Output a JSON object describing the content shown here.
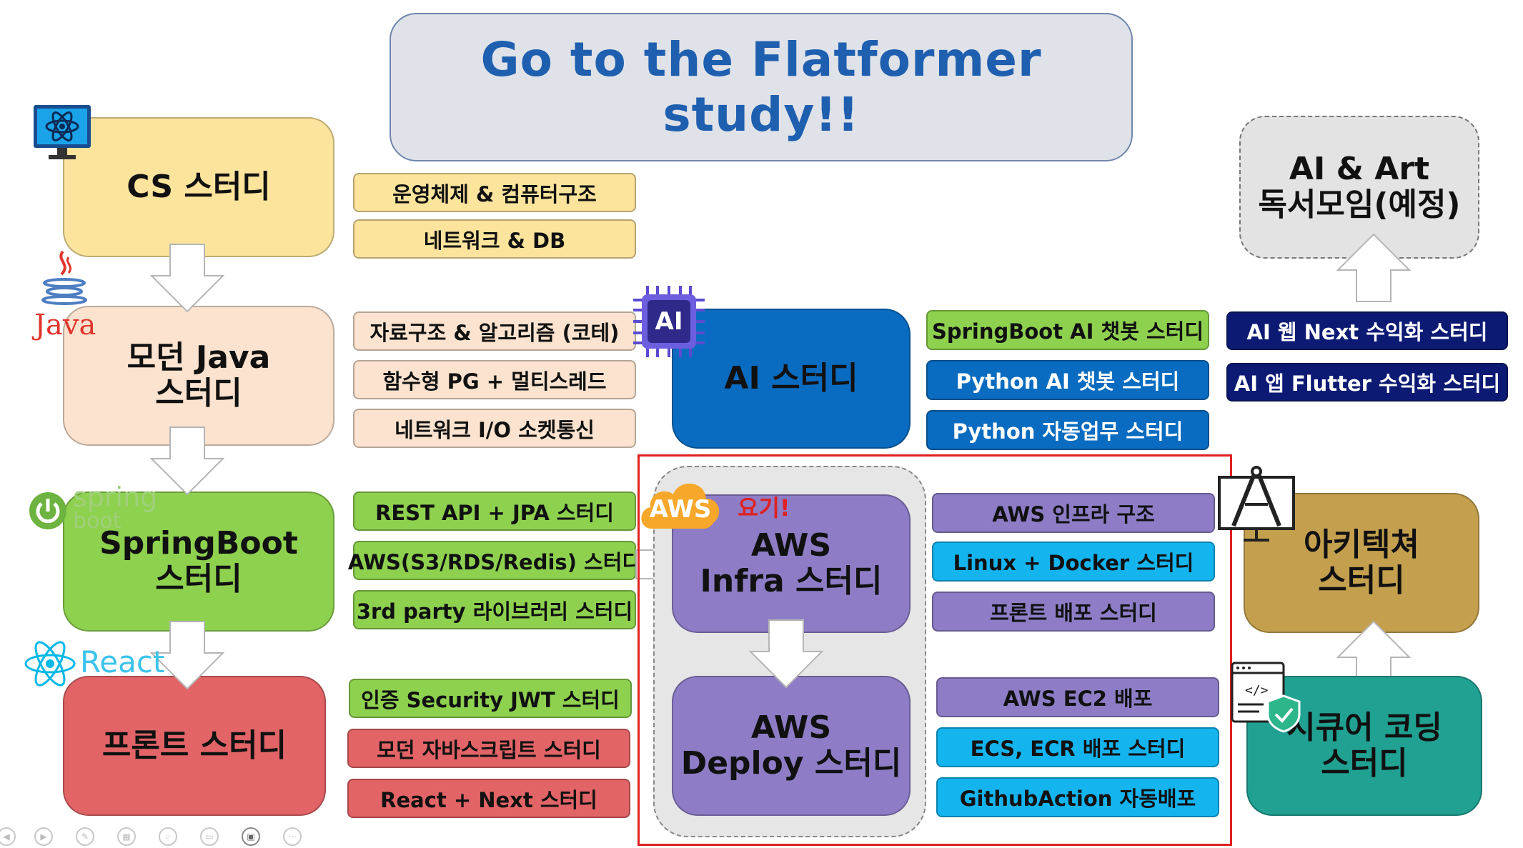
{
  "title": "Go to the Flatformer study!!",
  "colors": {
    "cs": "#fce49c",
    "java": "#fbe3cf",
    "spring": "#8ed14f",
    "front": "#e26467",
    "ai": "#0a6cc0",
    "aws": "#8e7dc6",
    "cyan": "#14b4ef",
    "navy": "#0c1a74",
    "arch": "#c4a04e",
    "secure": "#20a192",
    "art": "#e3e3e3",
    "highlight": "#e02020"
  },
  "main_tracks": {
    "cs": "CS 스터디",
    "java": "모던 Java\n스터디",
    "spring": "SpringBoot\n스터디",
    "front": "프론트 스터디"
  },
  "cs_items": [
    "운영체제 & 컴퓨터구조",
    "네트워크 & DB"
  ],
  "java_items": [
    "자료구조 & 알고리즘 (코테)",
    "함수형 PG + 멀티스레드",
    "네트워크 I/O 소켓통신"
  ],
  "spring_items": [
    "REST API + JPA 스터디",
    "AWS(S3/RDS/Redis) 스터디",
    "3rd party 라이브러리 스터디"
  ],
  "front_items": [
    "인증 Security JWT 스터디",
    "모던 자바스크립트 스터디",
    "React + Next 스터디"
  ],
  "ai": {
    "label": "AI 스터디",
    "chip": "AI",
    "items": [
      "SpringBoot AI 챗봇 스터디",
      "Python AI 챗봇 스터디",
      "Python 자동업무 스터디"
    ]
  },
  "aws": {
    "badge": "AWS",
    "callout": "요기!",
    "infra": "AWS\nInfra 스터디",
    "deploy": "AWS\nDeploy 스터디",
    "infra_items": [
      "AWS 인프라 구조",
      "Linux + Docker 스터디",
      "프론트 배포 스터디"
    ],
    "deploy_items": [
      "AWS EC2 배포",
      "ECS, ECR 배포 스터디",
      "GithubAction 자동배포"
    ]
  },
  "right": {
    "art": "AI & Art\n독서모임(예정)",
    "ai_biz": [
      "AI 웹 Next 수익화 스터디",
      "AI 앱 Flutter 수익화 스터디"
    ],
    "arch": "아키텍쳐\n스터디",
    "secure": "시큐어 코딩\n스터디"
  },
  "logos": {
    "java": "Java",
    "spring_top": "spring",
    "spring_bottom": "boot",
    "react": "React"
  },
  "icons": [
    "monitor-atom-icon",
    "java-cup-icon",
    "spring-power-icon",
    "react-atom-icon",
    "ai-chip-icon",
    "aws-cloud-icon",
    "architecture-compass-icon",
    "secure-code-icon"
  ]
}
